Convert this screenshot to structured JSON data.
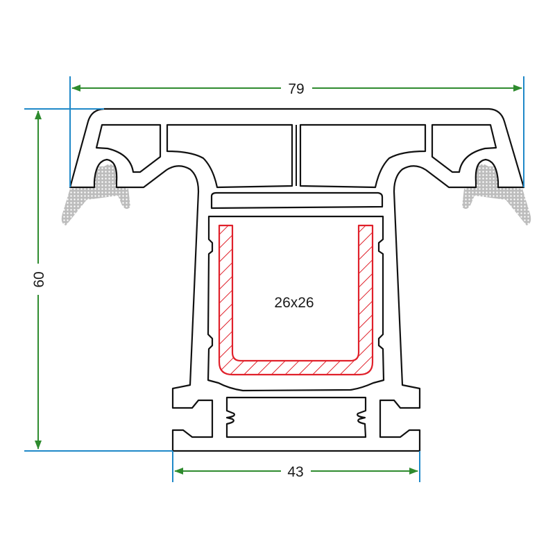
{
  "dimensions": {
    "width_top": "79",
    "height": "60",
    "width_bottom": "43"
  },
  "insert_label": "26x26",
  "colors": {
    "dimension_line": "#2e8b2e",
    "extension_line": "#1e88c8",
    "reinforcement": "#e0202a",
    "gasket": "#b8b8b8",
    "outline": "#111111"
  }
}
